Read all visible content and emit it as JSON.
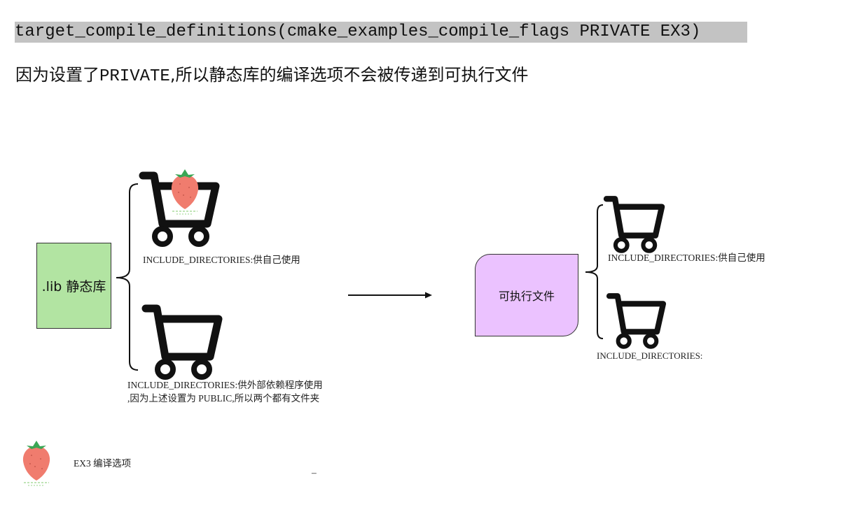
{
  "code": {
    "text": "target_compile_definitions(cmake_examples_compile_flags PRIVATE EX3)"
  },
  "note": {
    "prefix": "因为设置了",
    "keyword": "PRIVATE",
    "suffix": ",所以静态库的编译选项不会被传递到可执行文件"
  },
  "lib_box": {
    "label": ".lib 静态库"
  },
  "exe_box": {
    "label": "可执行文件"
  },
  "left_top": {
    "label": "INCLUDE_DIRECTORIES:供自己使用"
  },
  "left_bottom": {
    "line1": "INCLUDE_DIRECTORIES:供外部依赖程序使用",
    "line2": ",因为上述设置为 PUBLIC,所以两个都有文件夹"
  },
  "right_top": {
    "label": "INCLUDE_DIRECTORIES:供自己使用"
  },
  "right_bottom": {
    "label": "INCLUDE_DIRECTORIES:"
  },
  "legend": {
    "label": "EX3 编译选项"
  },
  "stray_mark": "–",
  "colors": {
    "lib_fill": "#b2e4a2",
    "exe_fill": "#ebc2ff",
    "code_bg": "#c3c3c3",
    "strawberry": "#f07c6e",
    "leaf": "#3aa655"
  },
  "icons": [
    "shopping-cart-icon",
    "strawberry-icon"
  ]
}
